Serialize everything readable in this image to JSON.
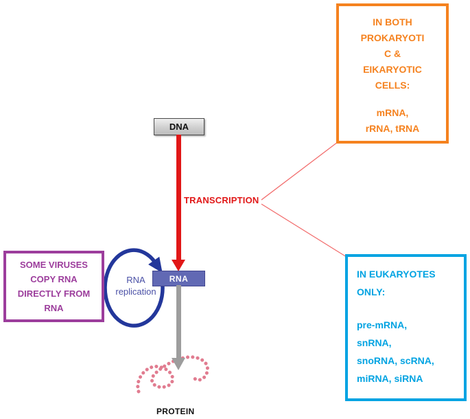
{
  "colors": {
    "red": "#e11717",
    "gray": "#9d9d9d",
    "navy": "#23379b",
    "rna_box": "#6169b4",
    "orange": "#f5821f",
    "blue": "#00a3e2",
    "purple": "#9c3d9c",
    "protein": "#e17c90",
    "connector": "#f26d6d",
    "replication_text": "#4a50a6"
  },
  "diagram": {
    "dna_label": "DNA",
    "transcription_label": "TRANSCRIPTION",
    "rna_label": "RNA",
    "replication_label": "RNA\nreplication",
    "protein_label": "PROTEIN"
  },
  "annotations": {
    "both_cells": {
      "heading": "IN BOTH\nPROKARYOTI\nC &\nEIKARYOTIC\nCELLS:",
      "items": "mRNA,\nrRNA, tRNA"
    },
    "eukaryotes": {
      "heading": "IN EUKARYOTES\nONLY:",
      "items": "pre-mRNA,\nsnRNA,\nsnoRNA, scRNA,\nmiRNA, siRNA"
    },
    "viruses": {
      "text": "SOME VIRUSES\nCOPY RNA\nDIRECTLY FROM\nRNA"
    }
  }
}
